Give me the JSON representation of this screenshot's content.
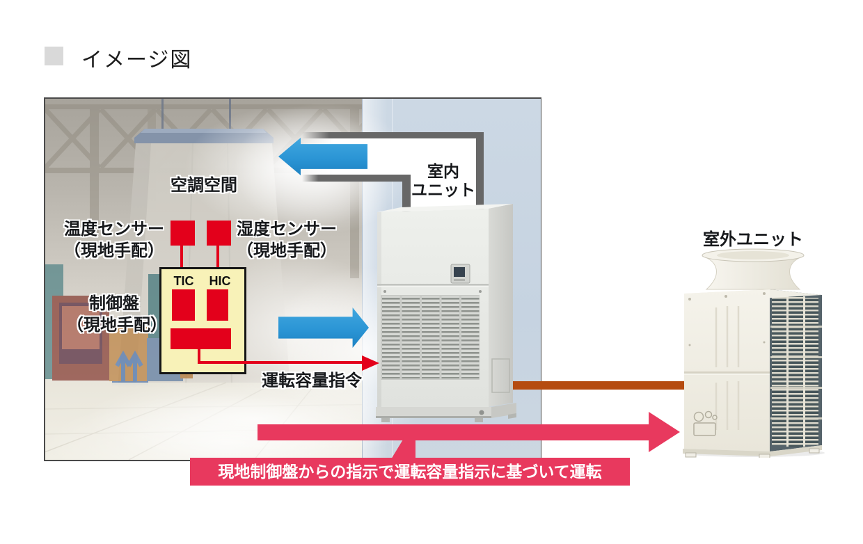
{
  "title": {
    "text": "イメージ図"
  },
  "scene": {
    "space_label": "空調空間",
    "temp_sensor": {
      "line1": "温度センサー",
      "line2": "（現地手配）"
    },
    "humidity_sensor": {
      "line1": "湿度センサー",
      "line2": "（現地手配）"
    },
    "control_panel": {
      "line1": "制御盤",
      "line2": "（現地手配）",
      "tic": "TIC",
      "hic": "HIC"
    },
    "capacity_command": "運転容量指令"
  },
  "indoor_unit": {
    "label_line1": "室内",
    "label_line2": "ユニット"
  },
  "outdoor_unit": {
    "label": "室外ユニット"
  },
  "caption": "現地制御盤からの指示で運転容量指示に基づいて運転",
  "colors": {
    "accent_blue": "#2B95D5",
    "accent_red": "#E3001B",
    "accent_pink": "#E8395E",
    "pipe_orange": "#B54B10",
    "panel_yellow": "#F8F2B8",
    "duct_gray": "#676767",
    "title_bullet_gray": "#D9D9D9"
  }
}
